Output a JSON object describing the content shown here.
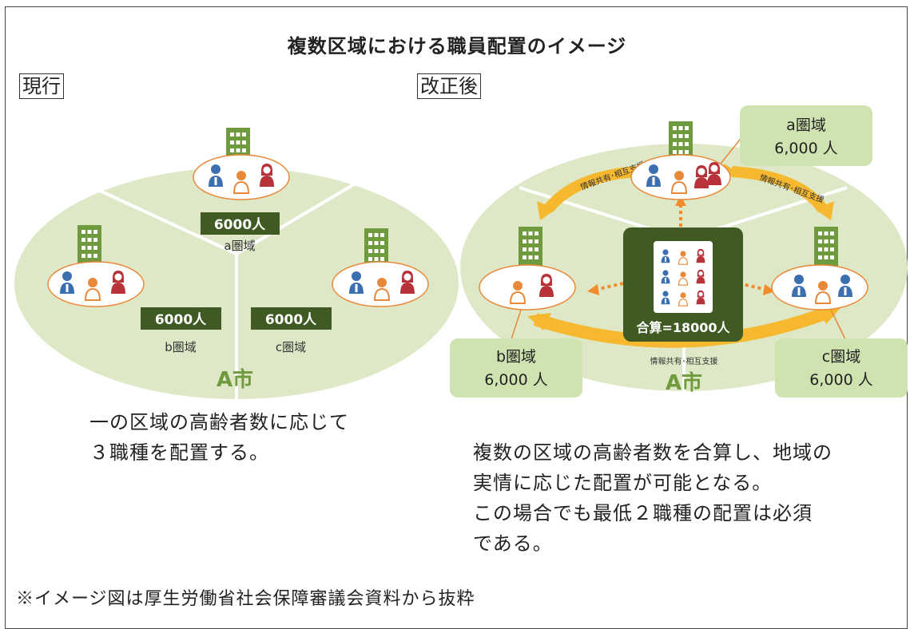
{
  "title": "複数区域における職員配置のイメージ",
  "labels": {
    "current": "現行",
    "revised": "改正後"
  },
  "current": {
    "areas": [
      {
        "count": "6000人",
        "name": "a圏域"
      },
      {
        "count": "6000人",
        "name": "b圏域"
      },
      {
        "count": "6000人",
        "name": "c圏域"
      }
    ],
    "city": "A市",
    "caption": "一の区域の高齢者数に応じて\n３職種を配置する。"
  },
  "revised": {
    "callouts": [
      {
        "name": "a圏域",
        "count": "6,000 人"
      },
      {
        "name": "b圏域",
        "count": "6,000 人"
      },
      {
        "name": "c圏域",
        "count": "6,000 人"
      }
    ],
    "arrow_label": "情報共有･相互支援",
    "total": "合算=18000人",
    "city": "A市",
    "caption": "複数の区域の高齢者数を合算し、地域の\n実情に応じた配置が可能となる。\nこの場合でも最低２職種の配置は必須\nである。"
  },
  "footnote": "※イメージ図は厚生労働省社会保障審議会資料から抜粋",
  "colors": {
    "field": "#dfe8c6",
    "building": "#6f9a3e",
    "label_bg": "#3f5a22",
    "callout_bg": "#cfe3b0",
    "arrow": "#f5b82e",
    "arrow_dashed": "#f08a2a",
    "person_blue": "#3b6fb0",
    "person_orange": "#e8893a",
    "person_red": "#b8323a"
  }
}
